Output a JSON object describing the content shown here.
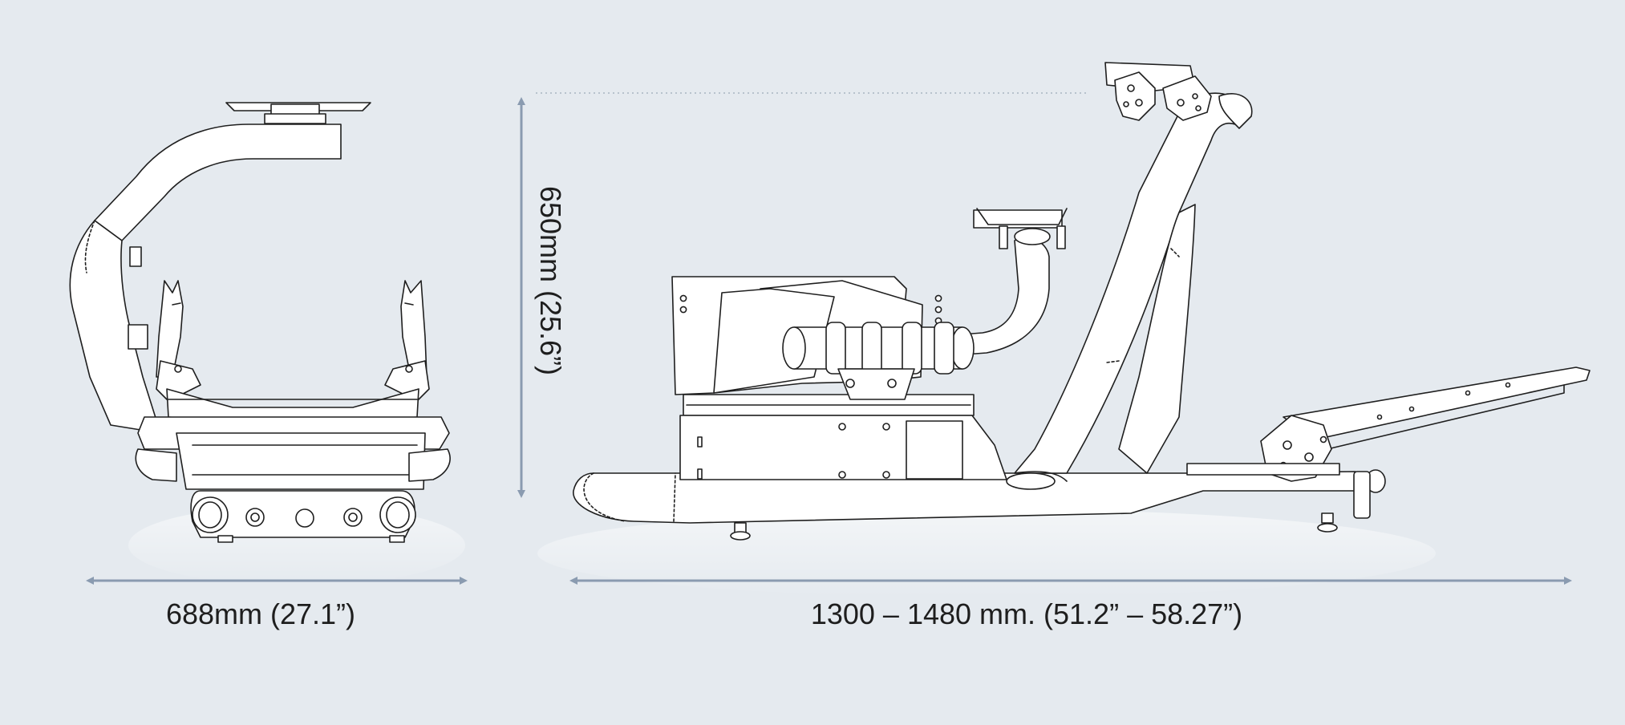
{
  "dimensions": {
    "width_label": "688mm (27.1”)",
    "height_label": "650mm (25.6”)",
    "length_label": "1300 – 1480 mm. (51.2” – 58.27”)"
  },
  "colors": {
    "background": "#e5eaef",
    "arrow": "#8a9bb0",
    "outline": "#1f1f1f",
    "fill": "#ffffff"
  },
  "views": {
    "front_view": "racing-cockpit-front-icon",
    "side_view": "racing-cockpit-side-icon"
  }
}
